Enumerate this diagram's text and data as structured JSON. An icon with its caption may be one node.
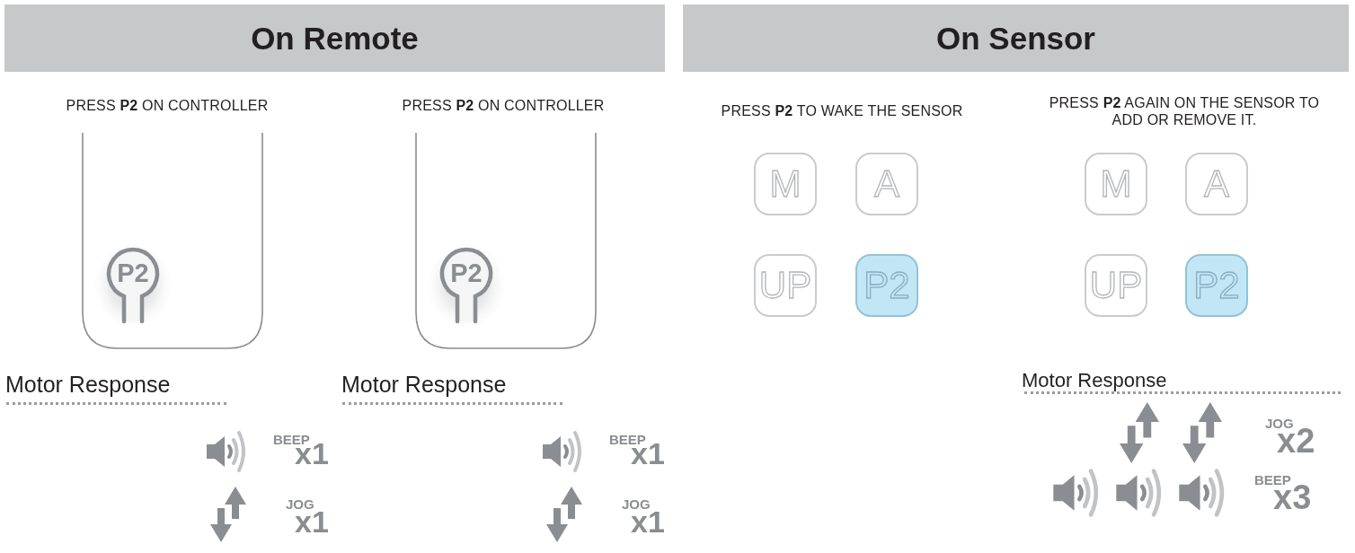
{
  "diagram": {
    "nodes": [
      {
        "text": [
          "On Remote"
        ]
      },
      {
        "text": [
          "On Sensor"
        ]
      },
      {
        "text": [
          "P2"
        ]
      },
      {
        "text": [
          "P2"
        ]
      },
      {
        "text": [
          "M"
        ]
      },
      {
        "text": [
          "A"
        ]
      },
      {
        "text": [
          "UP"
        ]
      },
      {
        "text": [
          "P2"
        ]
      },
      {
        "text": [
          "M"
        ]
      },
      {
        "text": [
          "A"
        ]
      },
      {
        "text": [
          "UP"
        ]
      },
      {
        "text": [
          "P2"
        ]
      }
    ],
    "labels": [
      "PRESS **P2** ON CONTROLLER",
      "Motor Response",
      "BEEP",
      "x1",
      "JOG",
      "x1",
      "PRESS **P2** ON CONTROLLER",
      "Motor Response",
      "BEEP",
      "x1",
      "JOG",
      "x1",
      "PRESS **P2** TO WAKE THE SENSOR",
      "PRESS **P2** AGAIN ON THE SENSOR TO ADD OR REMOVE IT.",
      "Motor Response",
      "JOG",
      "x2",
      "BEEP",
      "x3"
    ]
  }
}
